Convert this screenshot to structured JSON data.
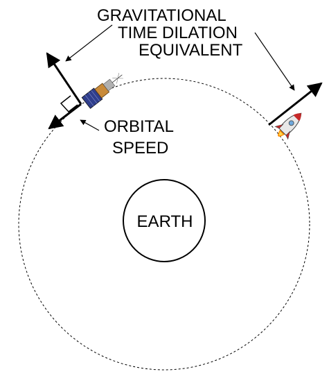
{
  "labels": {
    "grav_line1": "GRAVITATIONAL",
    "grav_line2": "TIME DILATION",
    "grav_line3": "EQUIVALENT",
    "orbital_line1": "ORBITAL",
    "orbital_line2": "SPEED",
    "earth": "EARTH"
  },
  "colors": {
    "ink": "#000000",
    "satellite_panel": "#2f3e8c",
    "satellite_body": "#c88a3a",
    "rocket_body": "#e8e8e8",
    "rocket_accent": "#c62828",
    "rocket_flame": "#ff8c00"
  }
}
